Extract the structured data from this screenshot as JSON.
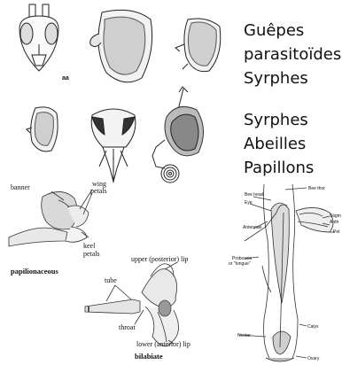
{
  "right_text": {
    "group1": [
      "Guêpes",
      "parasitoïdes",
      "Syrphes"
    ],
    "group2": [
      "Syrphes",
      "Abeilles",
      "Papillons"
    ]
  },
  "heads_panel": {
    "label_aa": "aa"
  },
  "pea_flower": {
    "banner": "banner",
    "wing_petals": [
      "wing",
      "petals"
    ],
    "keel_petals": [
      "keel",
      "petals"
    ],
    "caption": "papilionaceous"
  },
  "bilabiate_flower": {
    "upper_lip": "upper (posterior) lip",
    "tube": "tube",
    "throat": "throat",
    "lower_lip": "lower (anterior) lip",
    "caption": "bilabiate"
  },
  "butterfly_flower": {
    "bee_head": "Bee head",
    "eye": "Eye",
    "antennae": "Antennae",
    "proboscis": [
      "Proboscis",
      "or \"tongue\""
    ],
    "nectar": "Nectar",
    "bee_thorax": "Bee thor",
    "stigma": "Stigm",
    "anther": "Anth",
    "petal": "Pet",
    "calyx": "Calyx",
    "ovary": "Ovary"
  }
}
